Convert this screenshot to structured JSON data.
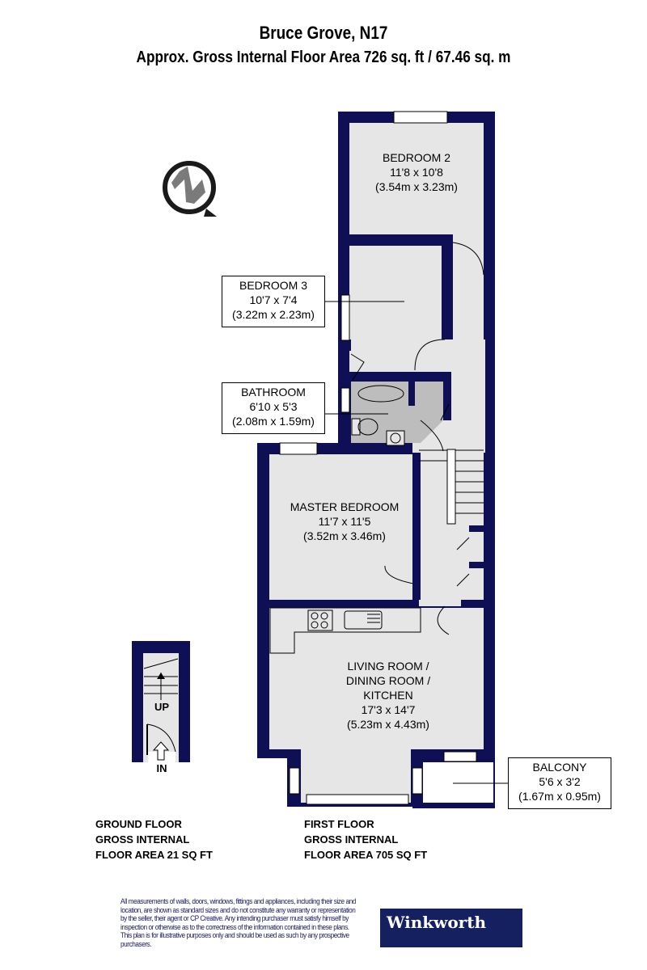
{
  "header": {
    "title": "Bruce Grove, N17",
    "subtitle": "Approx. Gross Internal Floor Area 726 sq. ft / 67.46 sq. m"
  },
  "compass": {
    "icon": "north-compass-icon",
    "letter": "N"
  },
  "colors": {
    "wall": "#0f0f55",
    "room_fill": "#e6e6e6",
    "bathroom_fill": "#bdbdbd",
    "brand_bg": "#142060"
  },
  "rooms": {
    "bedroom2": {
      "name": "BEDROOM 2",
      "imperial": "11'8 x 10'8",
      "metric": "(3.54m x 3.23m)"
    },
    "bedroom3": {
      "name": "BEDROOM 3",
      "imperial": "10'7 x 7'4",
      "metric": "(3.22m x 2.23m)"
    },
    "bathroom": {
      "name": "BATHROOM",
      "imperial": "6'10 x 5'3",
      "metric": "(2.08m x 1.59m)"
    },
    "master": {
      "name": "MASTER BEDROOM",
      "imperial": "11'7 x 11'5",
      "metric": "(3.52m x 3.46m)"
    },
    "living": {
      "line1": "LIVING ROOM /",
      "line2": "DINING ROOM /",
      "line3": "KITCHEN",
      "imperial": "17'3 x 14'7",
      "metric": "(5.23m x 4.43m)"
    },
    "balcony": {
      "name": "BALCONY",
      "imperial": "5'6 x 3'2",
      "metric": "(1.67m x 0.95m)"
    }
  },
  "ground": {
    "up_label": "UP",
    "in_label": "IN"
  },
  "floors": {
    "ground": {
      "line1": "GROUND FLOOR",
      "line2": "GROSS INTERNAL",
      "line3": "FLOOR AREA 21 SQ FT"
    },
    "first": {
      "line1": "FIRST FLOOR",
      "line2": "GROSS INTERNAL",
      "line3": "FLOOR AREA 705 SQ FT"
    }
  },
  "footer": {
    "disclaimer": "All measurements of walls, doors, windows, fittings and appliances, including their size and location, are shown as standard sizes and do not constitute any warranty or representation by the seller, their agent or CP Creative. Any intending purchaser must satisfy himself by inspection or otherwise as to the correctness of the information contained in these plans. This plan is for illustrative purposes only and should be used as such by any prospective purchasers.",
    "brand": "Winkworth"
  }
}
